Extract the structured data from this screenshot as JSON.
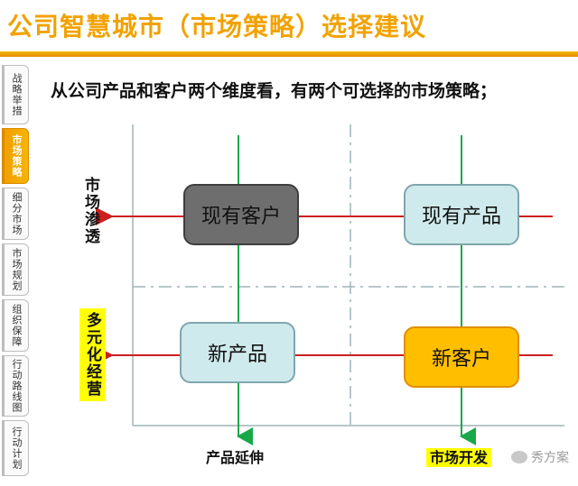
{
  "title": "公司智慧城市（市场策略）选择建议",
  "subtitle": "从公司产品和客户两个维度看，有两个可选择的市场策略；",
  "tabs": [
    {
      "label": "战略举措",
      "active": false
    },
    {
      "label": "市场策略",
      "active": true
    },
    {
      "label": "细分市场",
      "active": false
    },
    {
      "label": "市场规划",
      "active": false
    },
    {
      "label": "组织保障",
      "active": false
    },
    {
      "label": "行动路线图",
      "active": false
    },
    {
      "label": "行动计划",
      "active": false
    }
  ],
  "quadrants": {
    "top_left": "现有客户",
    "top_right": "现有产品",
    "bottom_left": "新产品",
    "bottom_right": "新客户"
  },
  "left_labels": {
    "top": "市场渗透",
    "bottom": "多元化经营"
  },
  "bottom_labels": {
    "left": "产品延伸",
    "right": "市场开发"
  },
  "watermark": "秀方案",
  "colors": {
    "title": "#f2a200",
    "arrow_red": "#cc1f1f",
    "arrow_green": "#18a84a",
    "box_dark": "#6e6e6e",
    "box_light": "#cfeaec",
    "box_orange": "#ffbf00"
  }
}
